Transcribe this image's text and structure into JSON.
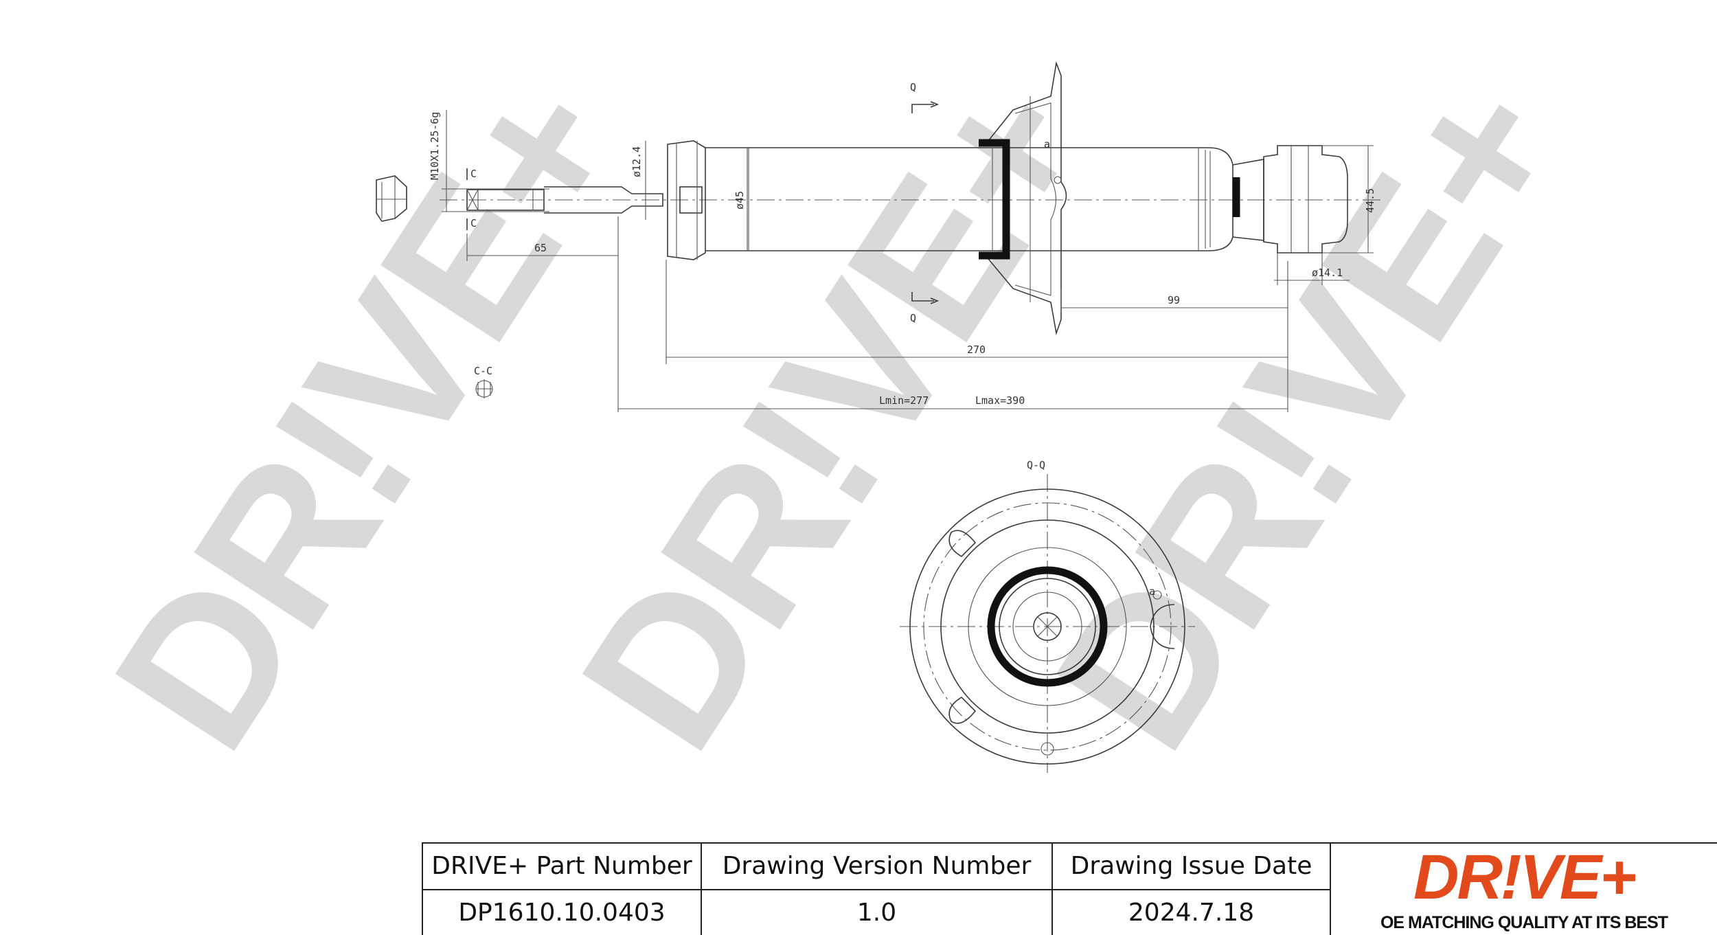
{
  "watermark": "DR!VE+",
  "drawing": {
    "thread_label": "M10X1.25-6g",
    "section_c_mark": "C",
    "section_cc_label": "C-C",
    "section_q_mark": "Q",
    "section_qq_label": "Q-Q",
    "angle_label": "a",
    "dimensions": {
      "rod_diameter": "ø12.4",
      "body_diameter": "ø45",
      "bushing_width": "44.5",
      "bushing_bore": "ø14.1",
      "thread_length": "65",
      "plate_offset": "99",
      "body_length": "270",
      "length_min": "Lmin=277",
      "length_max": "Lmax=390"
    }
  },
  "title_block": {
    "part_number_header": "DRIVE+ Part Number",
    "part_number": "DP1610.10.0403",
    "version_header": "Drawing Version Number",
    "version": "1.0",
    "issue_date_header": "Drawing Issue Date",
    "issue_date": "2024.7.18",
    "logo_text": "DR!VE+",
    "logo_tagline": "OE MATCHING QUALITY AT ITS BEST",
    "logo_color": "#e24a1b"
  }
}
